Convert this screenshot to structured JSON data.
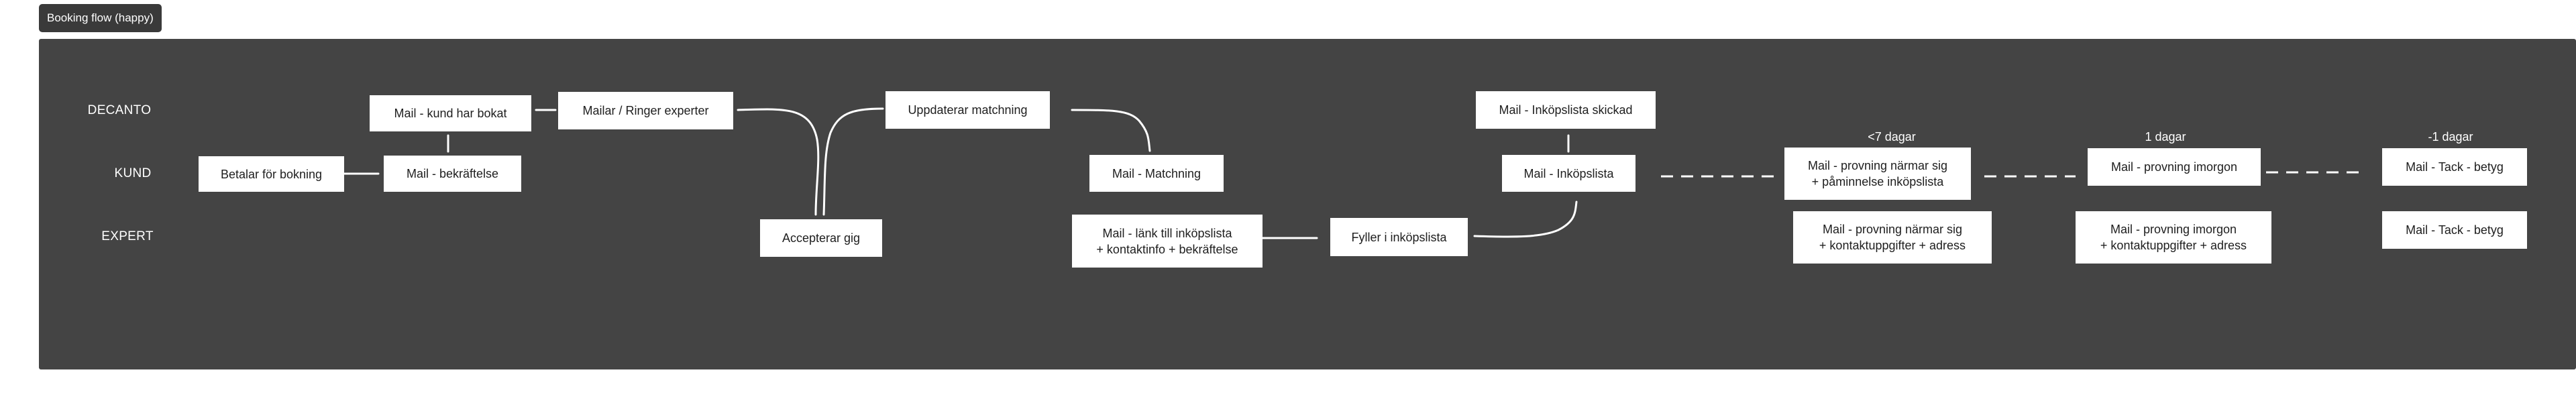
{
  "frame": {
    "label": "Booking flow (happy)"
  },
  "lanes": {
    "decanto": "DECANTO",
    "kund": "KUND",
    "expert": "EXPERT"
  },
  "days": {
    "d7": "<7 dagar",
    "d1": "1 dagar",
    "dm1": "-1 dagar"
  },
  "nodes": {
    "mail_kund_har_bokat": "Mail - kund har bokat",
    "mailar_ringer_experter": "Mailar / Ringer experter",
    "uppdaterar_matchning": "Uppdaterar matchning",
    "mail_inkopslista_skickad": "Mail - Inköpslista skickad",
    "betalar_for_bokning": "Betalar för bokning",
    "mail_bekraftelse": "Mail - bekräftelse",
    "mail_matchning": "Mail - Matchning",
    "mail_inkopslista": "Mail - Inköpslista",
    "kund_provning_narmar_sig": "Mail - provning närmar sig\n+ påminnelse inköpslista",
    "kund_provning_imorgon": "Mail - provning imorgon",
    "kund_tack_betyg": "Mail - Tack - betyg",
    "accepterar_gig": "Accepterar gig",
    "mail_lank_inkopslista": "Mail - länk till inköpslista\n+ kontaktinfo + bekräftelse",
    "fyller_i_inkopslista": "Fyller i inköpslista",
    "expert_provning_narmar_sig": "Mail - provning närmar sig\n+ kontaktuppgifter + adress",
    "expert_provning_imorgon": "Mail - provning imorgon\n+ kontaktuppgifter + adress",
    "expert_tack_betyg": "Mail - Tack - betyg"
  }
}
